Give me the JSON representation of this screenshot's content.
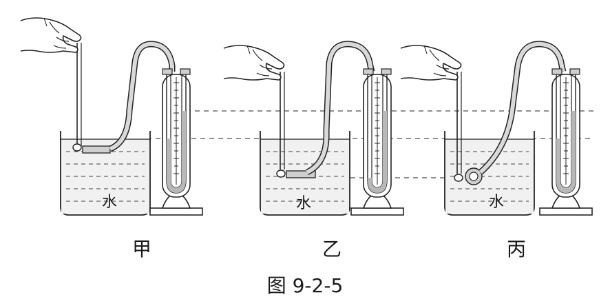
{
  "panels": [
    {
      "water_label": "水",
      "panel_label": "甲"
    },
    {
      "water_label": "水",
      "panel_label": "乙"
    },
    {
      "water_label": "水",
      "panel_label": "丙"
    }
  ],
  "caption": "图 9-2-5"
}
